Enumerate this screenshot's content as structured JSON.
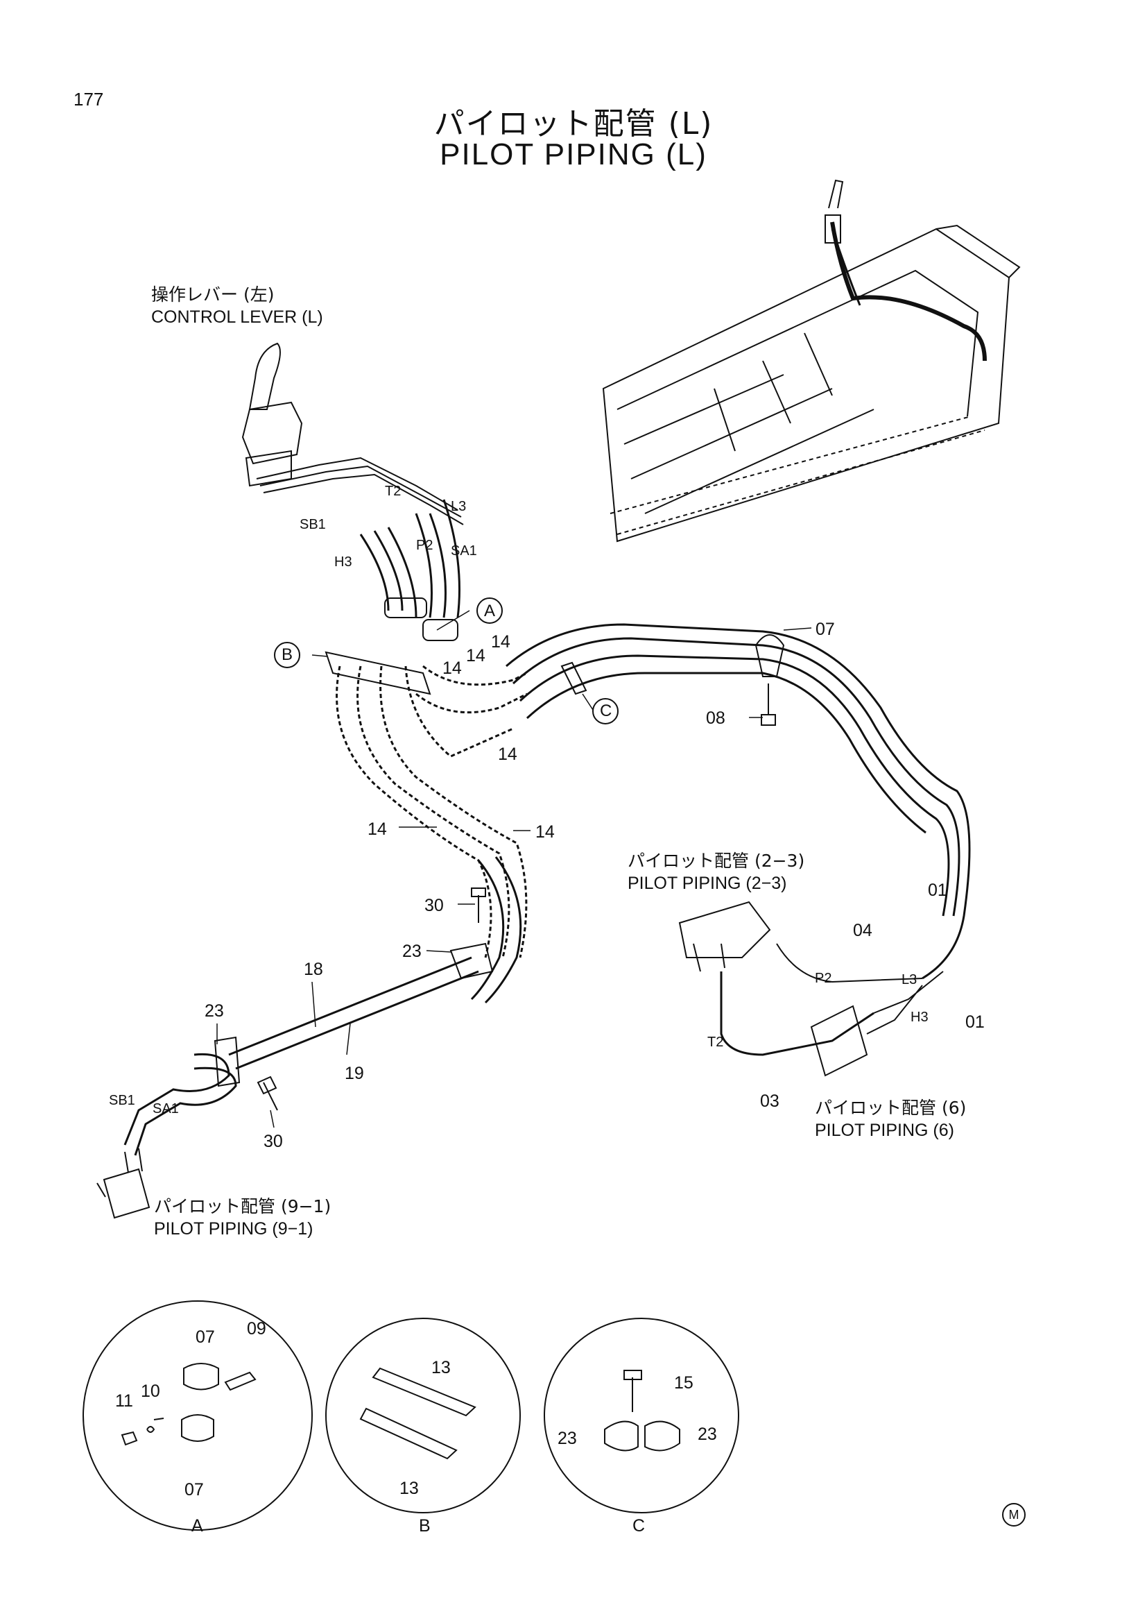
{
  "page_number": "177",
  "title": {
    "jp": "パイロット配管 (L)",
    "en": "PILOT PIPING (L)"
  },
  "control_lever": {
    "jp": "操作レバー (左)",
    "en": "CONTROL LEVER (L)"
  },
  "pilot_2_3": {
    "jp": "パイロット配管 (2−3)",
    "en": "PILOT PIPING (2−3)"
  },
  "pilot_6": {
    "jp": "パイロット配管 (6)",
    "en": "PILOT PIPING (6)"
  },
  "pilot_9_1": {
    "jp": "パイロット配管 (9−1)",
    "en": "PILOT PIPING (9−1)"
  },
  "port_labels": [
    "T2",
    "L3",
    "SB1",
    "P2",
    "SA1",
    "H3",
    "P2",
    "L3",
    "H3",
    "T2",
    "SB1",
    "SA1"
  ],
  "callouts": {
    "A": "A",
    "B": "B",
    "C": "C",
    "p07": "07",
    "p08": "08",
    "p14a": "14",
    "p14b": "14",
    "p14c": "14",
    "p14d": "14",
    "p14e": "14",
    "p14f": "14",
    "p30a": "30",
    "p30b": "30",
    "p23a": "23",
    "p23b": "23",
    "p18": "18",
    "p19": "19",
    "p04": "04",
    "p01a": "01",
    "p01b": "01",
    "p03": "03"
  },
  "detail_a": {
    "label": "A",
    "parts": [
      "07",
      "09",
      "10",
      "11",
      "07"
    ]
  },
  "detail_b": {
    "label": "B",
    "parts": [
      "13",
      "13"
    ]
  },
  "detail_c": {
    "label": "C",
    "parts": [
      "15",
      "23",
      "23"
    ]
  },
  "mark": "M"
}
